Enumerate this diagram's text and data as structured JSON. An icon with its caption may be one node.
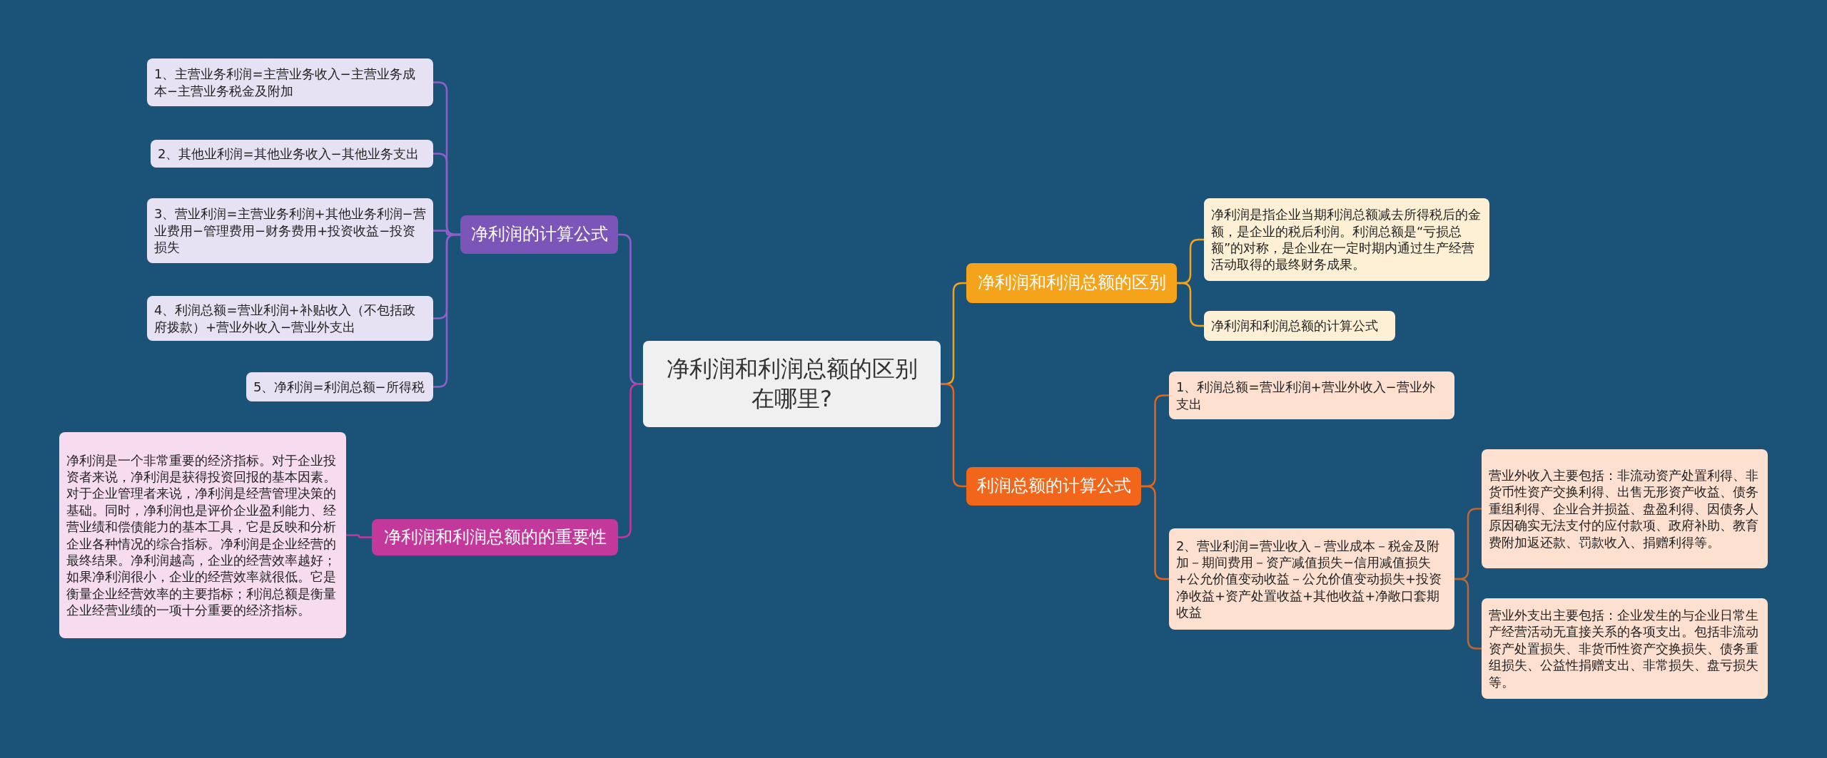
{
  "diagram": {
    "nodes": [
      {
        "text": [
          "净利润和利润总额的区别在哪里?"
        ]
      },
      {
        "text": [
          "净利润的计算公式"
        ]
      },
      {
        "text": [
          "1、主营业务利润=主营业务收入−主营业务成本−主营业务税金及附加"
        ]
      },
      {
        "text": [
          "2、其他业利润=其他业务收入−其他业务支出"
        ]
      },
      {
        "text": [
          "3、营业利润=主营业务利润+其他业务利润−营业费用−管理费用−财务费用+投资收益−投资损失"
        ]
      },
      {
        "text": [
          "4、利润总额=营业利润+补贴收入（不包括政府拨款）+营业外收入−营业外支出"
        ]
      },
      {
        "text": [
          "5、净利润=利润总额−所得税"
        ]
      },
      {
        "text": [
          "净利润和利润总额的的重要性"
        ]
      },
      {
        "text": [
          "净利润是一个非常重要的经济指标。对于企业投资者来说，净利润是获得投资回报的基本因素。对于企业管理者来说，净利润是经营管理决策的基础。同时，净利润也是评价企业盈利能力、经营业绩和偿债能力的基本工具，它是反映和分析企业各种情况的综合指标。净利润是企业经营的最终结果。净利润越高，企业的经营效率越好；如果净利润很小，企业的经营效率就很低。它是衡量企业经营效率的主要指标；利润总额是衡量企业经营业绩的一项十分重要的经济指标。"
        ]
      },
      {
        "text": [
          "净利润和利润总额的区别"
        ]
      },
      {
        "text": [
          "净利润是指企业当期利润总额减去所得税后的金额，是企业的税后利润。利润总额是“亏损总额”的对称，是企业在一定时期内通过生产经营活动取得的最终财务成果。"
        ]
      },
      {
        "text": [
          "净利润和利润总额的计算公式"
        ]
      },
      {
        "text": [
          "利润总额的计算公式"
        ]
      },
      {
        "text": [
          "1、利润总额=营业利润+营业外收入−营业外支出"
        ]
      },
      {
        "text": [
          "2、营业利润=营业收入－营业成本－税金及附加－期间费用－资产减值损失−信用减值损失+公允价值变动收益－公允价值变动损失+投资净收益+资产处置收益+其他收益+净敞口套期收益"
        ]
      },
      {
        "text": [
          "营业外收入主要包括：非流动资产处置利得、非货币性资产交换利得、出售无形资产收益、债务重组利得、企业合并损益、盘盈利得、因债务人原因确实无法支付的应付款项、政府补助、教育费附加返还款、罚款收入、捐赠利得等。"
        ]
      },
      {
        "text": [
          "营业外支出主要包括：企业发生的与企业日常生产经营活动无直接关系的各项支出。包括非流动资产处置损失、非货币性资产交换损失、债务重组损失、公益性捐赠支出、非常损失、盘亏损失等。"
        ]
      }
    ],
    "edges": [
      {
        "from": 0,
        "to": 1,
        "arrow": "none",
        "color": "#8e5fc8"
      },
      {
        "from": 1,
        "to": 2,
        "arrow": "none",
        "color": "#8e5fc8"
      },
      {
        "from": 1,
        "to": 3,
        "arrow": "none",
        "color": "#8e5fc8"
      },
      {
        "from": 1,
        "to": 4,
        "arrow": "none",
        "color": "#8e5fc8"
      },
      {
        "from": 1,
        "to": 5,
        "arrow": "none",
        "color": "#8e5fc8"
      },
      {
        "from": 1,
        "to": 6,
        "arrow": "none",
        "color": "#8e5fc8"
      },
      {
        "from": 0,
        "to": 7,
        "arrow": "none",
        "color": "#c2399b"
      },
      {
        "from": 7,
        "to": 8,
        "arrow": "none",
        "color": "#c2399b"
      },
      {
        "from": 0,
        "to": 9,
        "arrow": "none",
        "color": "#f5a31a"
      },
      {
        "from": 9,
        "to": 10,
        "arrow": "none",
        "color": "#f5a31a"
      },
      {
        "from": 9,
        "to": 11,
        "arrow": "none",
        "color": "#f5a31a"
      },
      {
        "from": 0,
        "to": 12,
        "arrow": "none",
        "color": "#e8641b"
      },
      {
        "from": 12,
        "to": 13,
        "arrow": "none",
        "color": "#e8641b"
      },
      {
        "from": 12,
        "to": 14,
        "arrow": "none",
        "color": "#e8641b"
      },
      {
        "from": 14,
        "to": 15,
        "arrow": "none",
        "color": "#b8693a"
      },
      {
        "from": 14,
        "to": 16,
        "arrow": "none",
        "color": "#b8693a"
      }
    ]
  }
}
